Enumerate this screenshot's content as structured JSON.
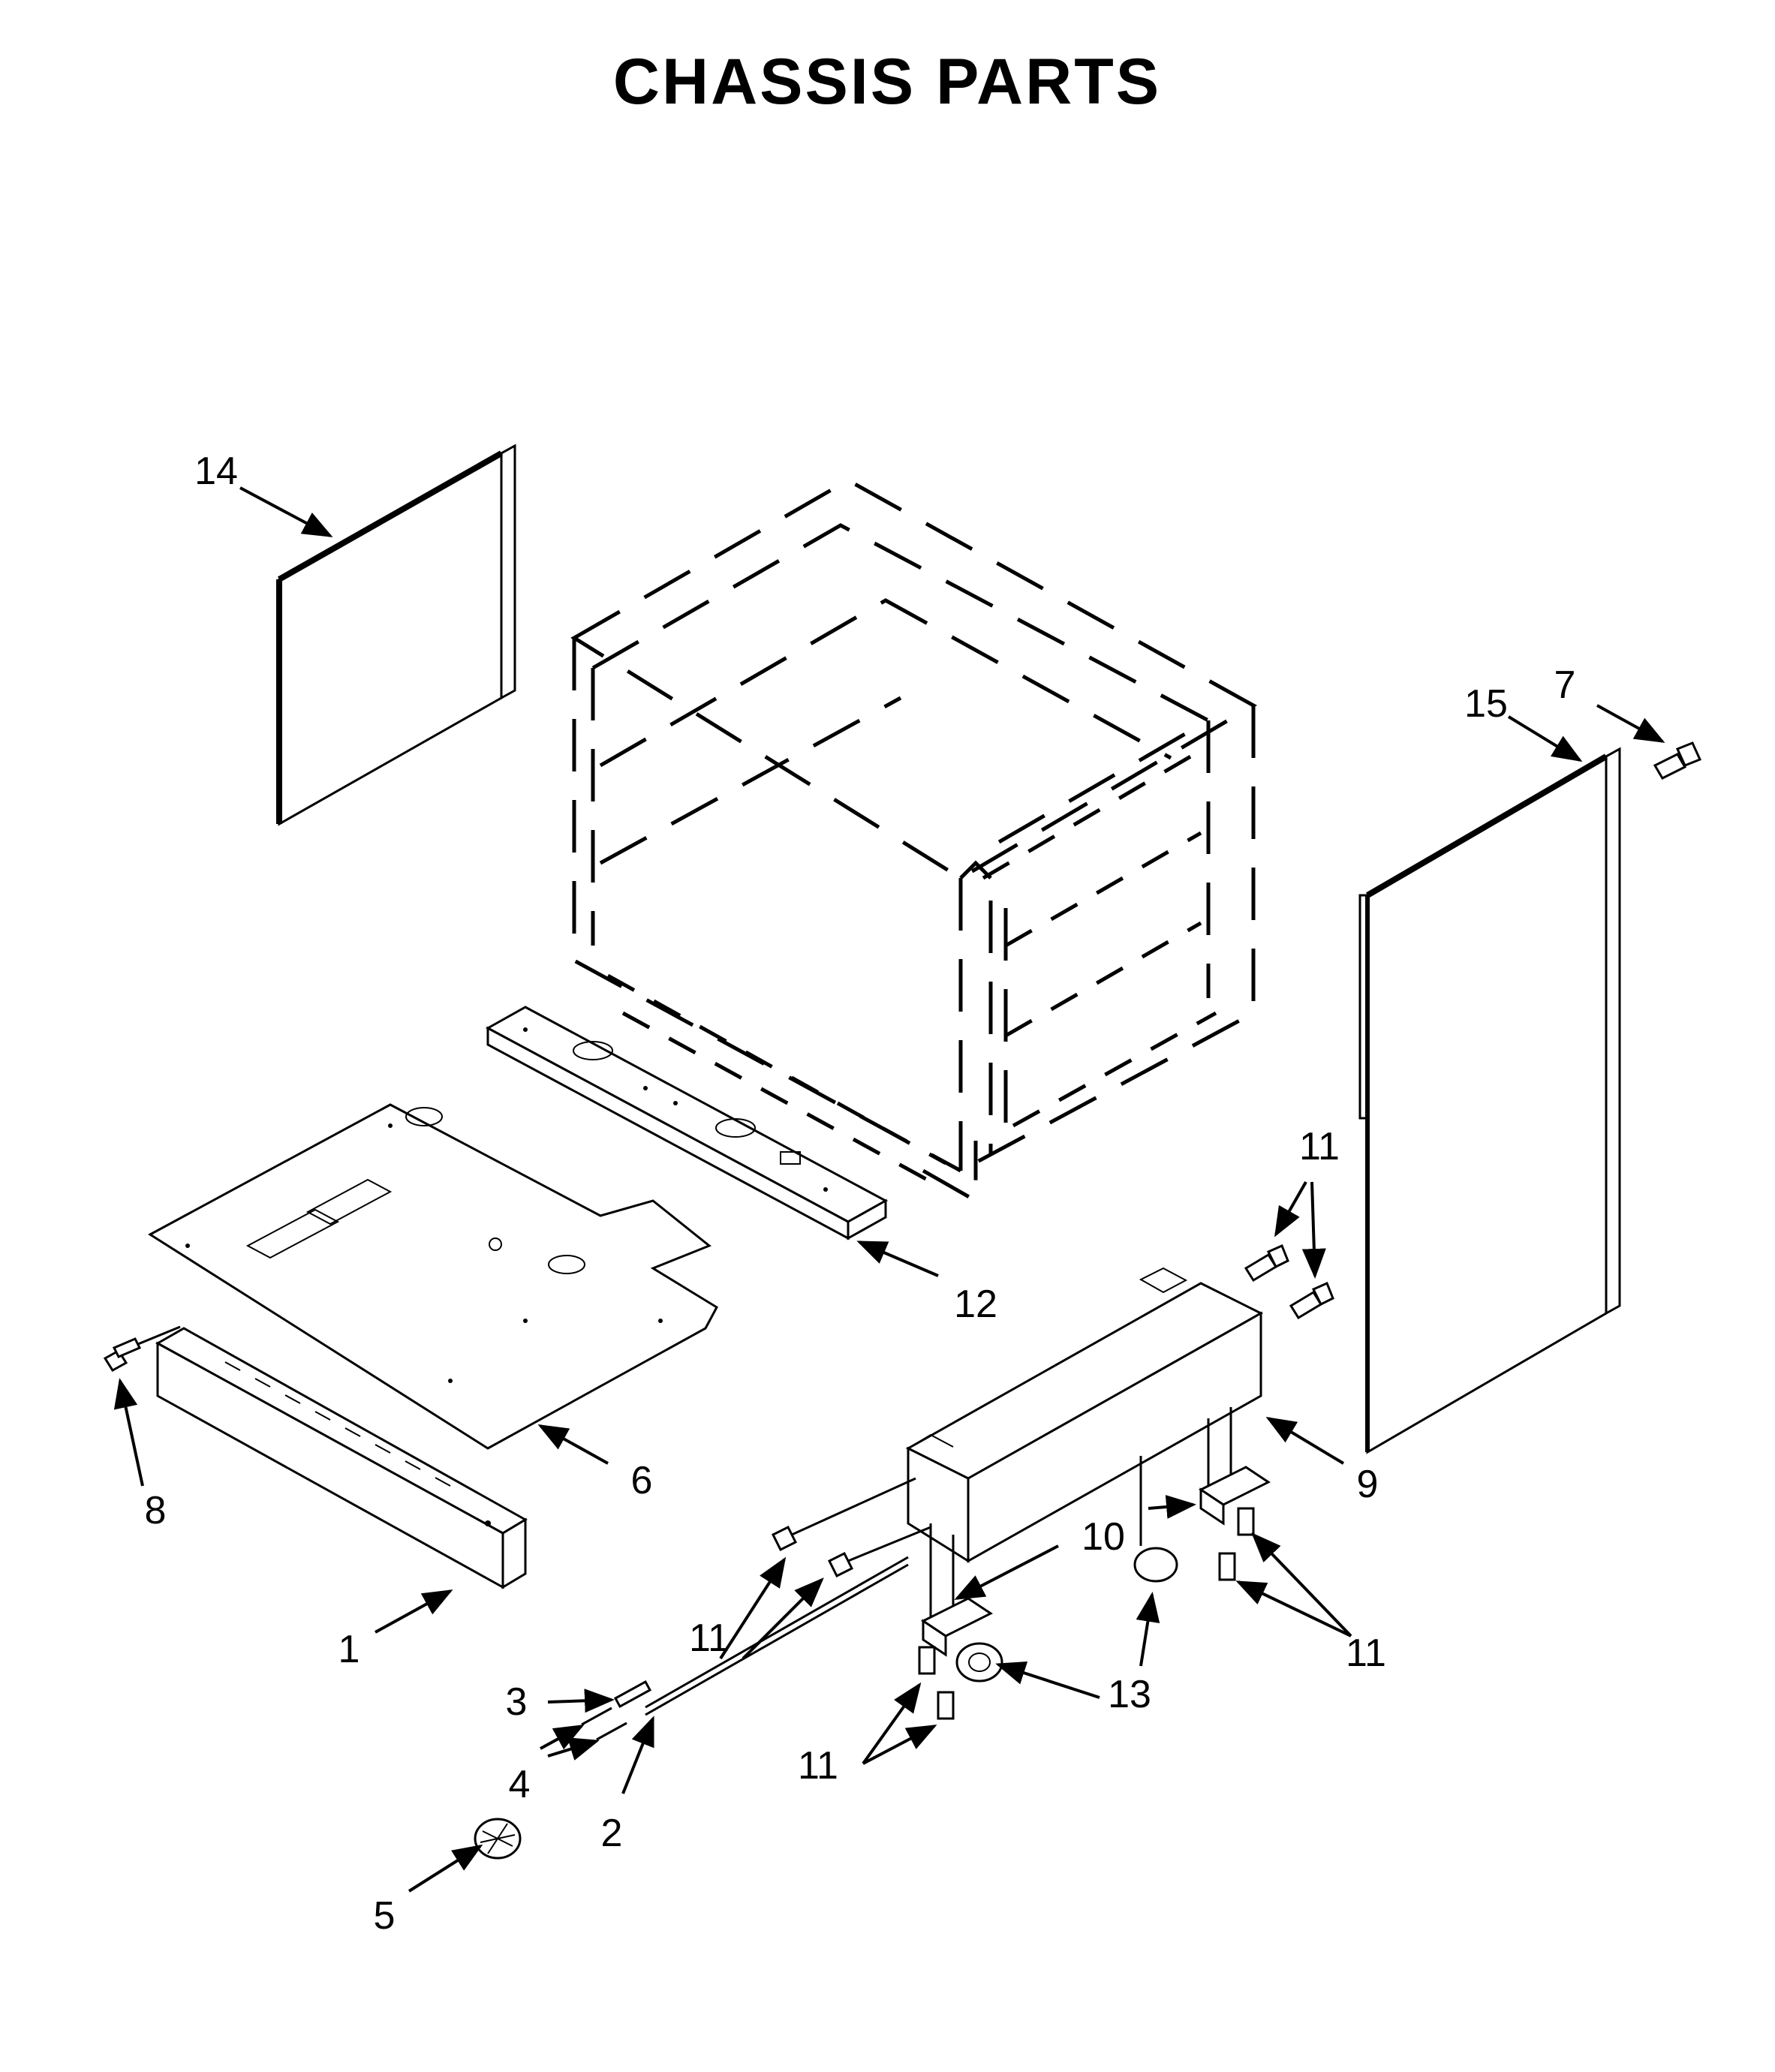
{
  "title": "CHASSIS PARTS",
  "callouts": {
    "c1": "1",
    "c2": "2",
    "c3": "3",
    "c4": "4",
    "c5": "5",
    "c6": "6",
    "c7": "7",
    "c8": "8",
    "c9": "9",
    "c10": "10",
    "c11a": "11",
    "c11b": "11",
    "c11c": "11",
    "c11d": "11",
    "c12": "12",
    "c13": "13",
    "c14": "14",
    "c15": "15"
  }
}
